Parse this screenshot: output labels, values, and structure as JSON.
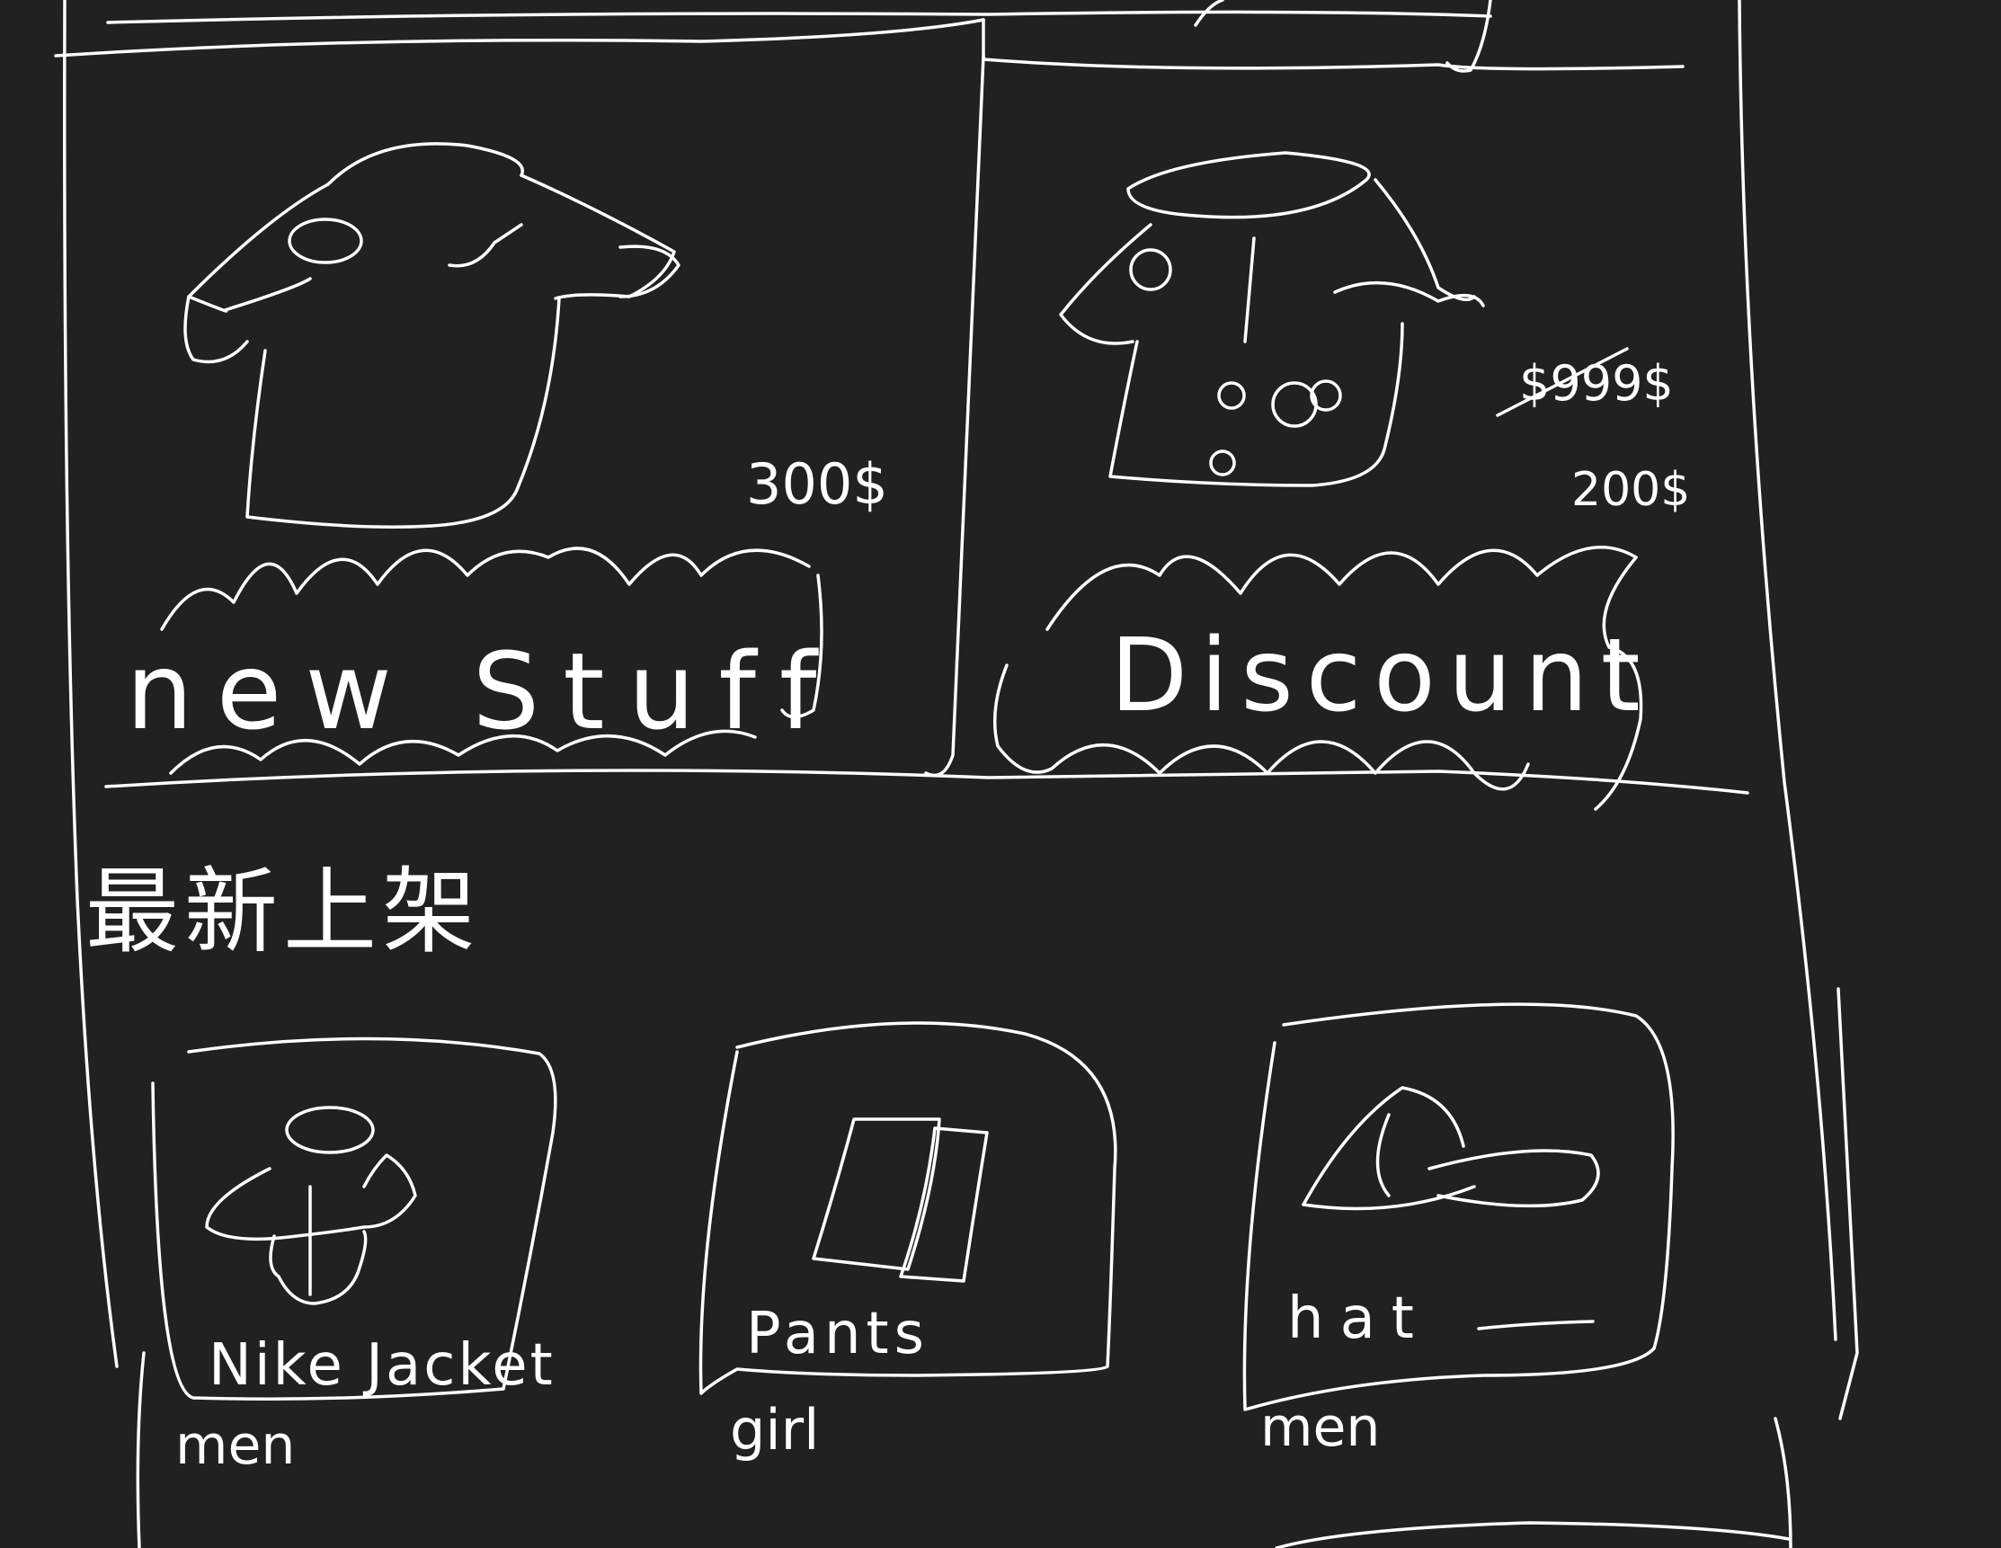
{
  "promos": {
    "new_stuff": {
      "banner": "new Stuff",
      "price": "300$"
    },
    "discount": {
      "banner": "Discount",
      "old_price": "$999$",
      "price": "200$"
    }
  },
  "section": {
    "title": "最新上架"
  },
  "products": [
    {
      "name": "Nike Jacket",
      "category": "men"
    },
    {
      "name": "Pants",
      "category": "girl"
    },
    {
      "name": "hat",
      "category": "men"
    }
  ]
}
